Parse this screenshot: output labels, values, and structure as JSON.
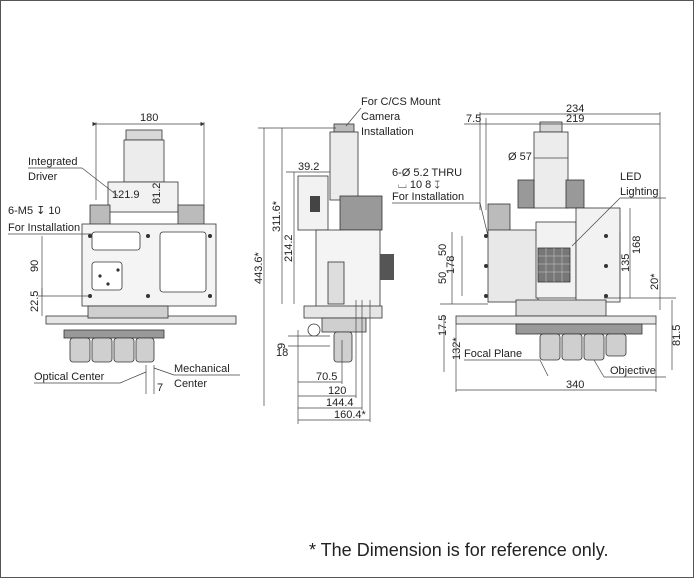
{
  "callouts": {
    "integrated_driver_1": "Integrated",
    "integrated_driver_2": "Driver",
    "m5_1": "6-M5 ↧ 10",
    "m5_2": "For Installation",
    "optical_center": "Optical Center",
    "mechanical_center_1": "Mechanical",
    "mechanical_center_2": "Center",
    "camera_1": "For C/CS Mount",
    "camera_2": "Camera",
    "camera_3": "Installation",
    "thru_1": "6-Ø 5.2 THRU",
    "thru_2": "⌴ 10 8 ↧",
    "thru_3": "For Installation",
    "led_1": "LED",
    "led_2": "Lighting",
    "focal_plane": "Focal Plane",
    "objective": "Objective"
  },
  "dimensions": {
    "front_width": "180",
    "driver_w": "121.9",
    "driver_h": "81.2",
    "v90": "90",
    "v22_5": "22.5",
    "v7": "7",
    "side_39_2": "39.2",
    "side_311_6": "311.6*",
    "side_443_6": "443.6*",
    "side_214_2": "214.2",
    "side_9": "9",
    "side_18": "18",
    "side_70_5": "70.5",
    "side_120": "120",
    "side_144_4": "144.4",
    "side_160_4": "160.4*",
    "right_234": "234",
    "right_7_5": "7.5",
    "right_219": "219",
    "right_phi57": "Ø 57",
    "right_178": "178",
    "right_50a": "50",
    "right_50b": "50",
    "right_17_5": "17.5",
    "right_132": "132*",
    "right_168": "168",
    "right_135": "135",
    "right_20": "20*",
    "right_81_5": "81.5",
    "right_340": "340"
  },
  "footnote": "* The Dimension is for reference only."
}
